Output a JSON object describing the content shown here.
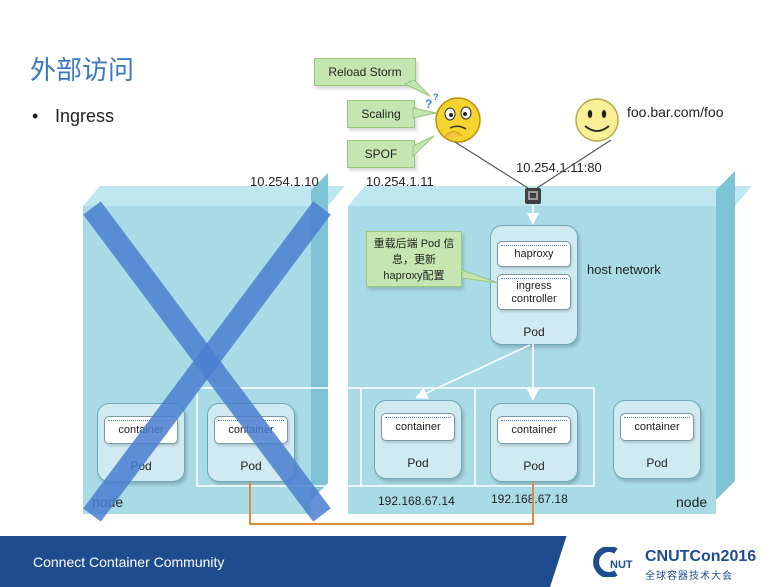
{
  "slide": {
    "title": "外部访问",
    "bullet": "Ingress"
  },
  "callouts": {
    "reload_storm": "Reload Storm",
    "scaling": "Scaling",
    "spof": "SPOF",
    "note": "重载后端 Pod 信息，更新 haproxy配置"
  },
  "labels": {
    "url": "foo.bar.com/foo",
    "endpoint": "10.254.1.11:80",
    "node1_ip": "10.254.1.10",
    "node2_ip": "10.254.1.11",
    "host_network": "host network",
    "node": "node",
    "node_left": "node",
    "pod_ip_1": "192.168.67.14",
    "pod_ip_2": "192.168.67.18"
  },
  "ingress_pod": {
    "haproxy": "haproxy",
    "controller": "ingress controller",
    "pod": "Pod"
  },
  "pods": [
    {
      "container": "container",
      "pod": "Pod"
    },
    {
      "container": "container",
      "pod": "Pod"
    },
    {
      "container": "container",
      "pod": "Pod"
    },
    {
      "container": "container",
      "pod": "Pod"
    },
    {
      "container": "container",
      "pod": "Pod"
    }
  ],
  "footer": {
    "text": "Connect Container Community",
    "brand": "CNUTCon2016",
    "brand_sub": "全球容器技术大会"
  },
  "colors": {
    "title": "#3a78c3",
    "node": "#a9dbe7",
    "cross": "#4a7fd0",
    "orange_link": "#e08a3c",
    "callout": "#c5e6b0",
    "footer": "#1e4c8f"
  }
}
